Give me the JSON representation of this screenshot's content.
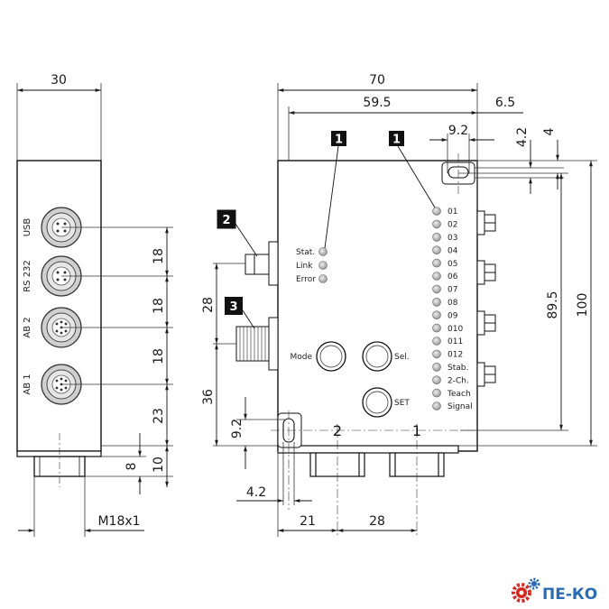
{
  "left_view": {
    "dims": {
      "width": "30",
      "pitch1": "18",
      "pitch2": "18",
      "pitch3": "18",
      "bottom": "23",
      "h8": "8",
      "h10": "10",
      "thread": "M18x1"
    },
    "ports": [
      "USB",
      "RS 232",
      "AB 2",
      "AB 1"
    ]
  },
  "right_view": {
    "dims": {
      "total": "70",
      "inner": "59.5",
      "right": "6.5",
      "hole_w": "9.2",
      "hole_h": "4.2",
      "top4": "4",
      "h89": "89.5",
      "h100": "100",
      "h28": "28",
      "h36": "36",
      "h9": "9.2",
      "w42": "4.2",
      "w21": "21",
      "w28": "28"
    },
    "callouts": [
      "1",
      "1",
      "2",
      "3"
    ],
    "status_leds": [
      "Stat.",
      "Link",
      "Error"
    ],
    "channel_leds": [
      "01",
      "02",
      "03",
      "04",
      "05",
      "06",
      "07",
      "08",
      "09",
      "010",
      "011",
      "012",
      "Stab.",
      "2-Ch.",
      "Teach",
      "Signal"
    ],
    "buttons": {
      "mode": "Mode",
      "sel": "Sel.",
      "set": "SET"
    },
    "ports": {
      "p2": "2",
      "p1": "1"
    }
  },
  "logo": {
    "text": "ПЕ-КО",
    "gear_color": "#d7261e",
    "text_color": "#2a6bb5"
  }
}
